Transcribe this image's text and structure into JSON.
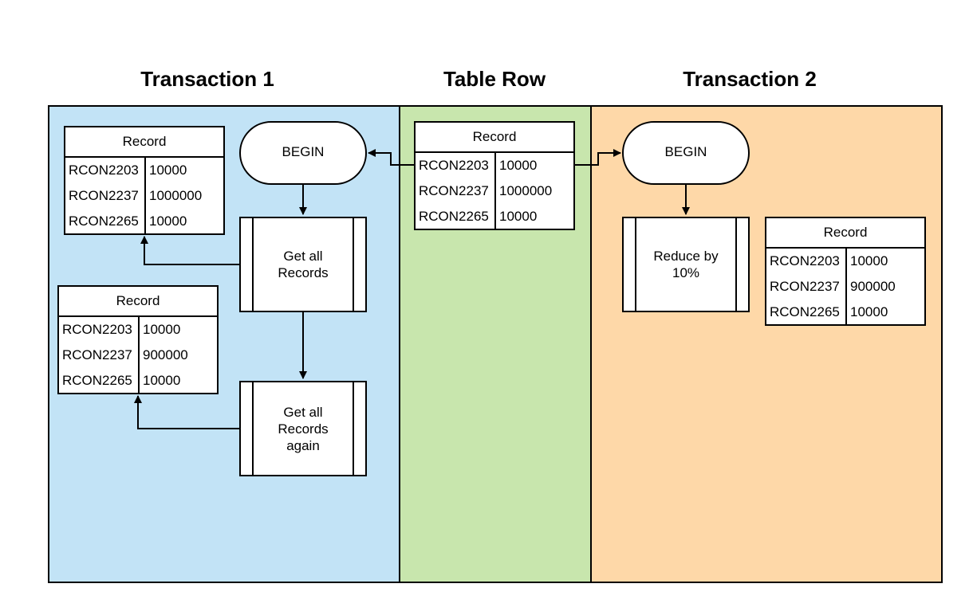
{
  "lanes": {
    "t1": {
      "title": "Transaction 1",
      "color": "#c2e3f6"
    },
    "row": {
      "title": "Table Row",
      "color": "#c8e6ad"
    },
    "t2": {
      "title": "Transaction 2",
      "color": "#fed8a8"
    }
  },
  "nodes": {
    "t1_begin": "BEGIN",
    "t1_get_all": "Get all\nRecords",
    "t1_get_again": "Get all\nRecords\nagain",
    "t2_begin": "BEGIN",
    "t2_reduce": "Reduce by\n10%"
  },
  "records": {
    "t1_first": {
      "header": "Record",
      "rows": [
        {
          "key": "RCON2203",
          "value": "10000"
        },
        {
          "key": "RCON2237",
          "value": "1000000"
        },
        {
          "key": "RCON2265",
          "value": "10000"
        }
      ]
    },
    "t1_second": {
      "header": "Record",
      "rows": [
        {
          "key": "RCON2203",
          "value": "10000"
        },
        {
          "key": "RCON2237",
          "value": "900000"
        },
        {
          "key": "RCON2265",
          "value": "10000"
        }
      ]
    },
    "row": {
      "header": "Record",
      "rows": [
        {
          "key": "RCON2203",
          "value": "10000"
        },
        {
          "key": "RCON2237",
          "value": "1000000"
        },
        {
          "key": "RCON2265",
          "value": "10000"
        }
      ]
    },
    "t2": {
      "header": "Record",
      "rows": [
        {
          "key": "RCON2203",
          "value": "10000"
        },
        {
          "key": "RCON2237",
          "value": "900000"
        },
        {
          "key": "RCON2265",
          "value": "10000"
        }
      ]
    }
  }
}
